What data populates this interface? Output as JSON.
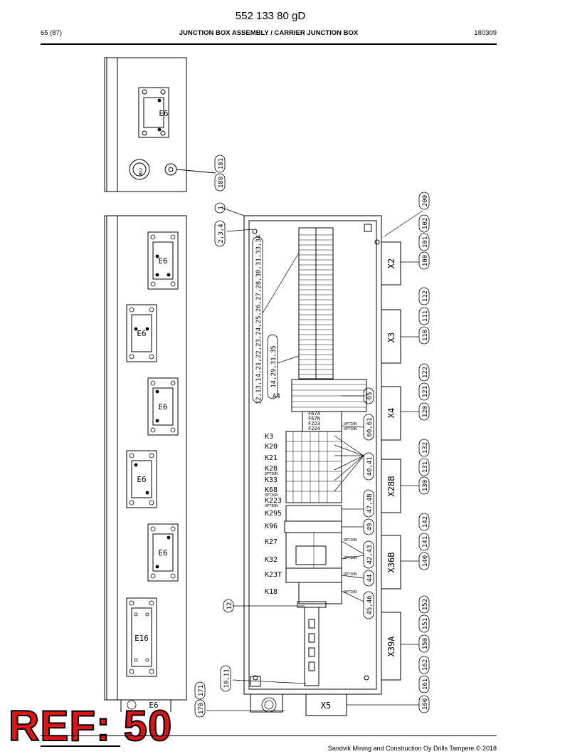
{
  "header": {
    "doc_number": "552 133 80 gD",
    "page": "65 (87)",
    "title": "JUNCTION BOX ASSEMBLY / CARRIER JUNCTION BOX",
    "date": "180309"
  },
  "drawing": {
    "top_panel": {
      "connector": "E6",
      "gland": "M32"
    },
    "cover_connectors": [
      "E6",
      "E6",
      "E6",
      "E6",
      "E6",
      "E16"
    ],
    "cover_bottom_label": "E6",
    "terminal_block": "A4",
    "fuse_labels": [
      "F67A",
      "F67N",
      "F223",
      "F224"
    ],
    "option_label": "OPTION",
    "relays": [
      "K3",
      "K20",
      "K21",
      "K28",
      "K33",
      "K68",
      "K223",
      "K295",
      "K96",
      "K27",
      "K32",
      "K23T",
      "K18"
    ],
    "side_connectors": [
      "X2",
      "X3",
      "X4",
      "X28B",
      "X36B",
      "X39A"
    ],
    "bottom_connector": "X5",
    "callouts": {
      "c180": "180",
      "c181": "181",
      "c1": "1",
      "c234": "2,3,4",
      "c12long": "12,13,14,21,22,23,24,25,26,27,28,30,31,33,34",
      "c1429": "14,29,31,35",
      "c12": "12",
      "c1011": "10,11",
      "c170": "170",
      "c171": "171",
      "c65": "65",
      "c6061": "60,61",
      "c4041": "40,41",
      "c4748": "47,48",
      "c49": "49",
      "c4243": "42,43",
      "c44": "44",
      "c4546": "45,46",
      "c200": "200",
      "c102": "102",
      "c101": "101",
      "c100": "100",
      "c112": "112",
      "c111": "111",
      "c110": "110",
      "c122": "122",
      "c121": "121",
      "c120": "120",
      "c132": "132",
      "c131": "131",
      "c130": "130",
      "c142": "142",
      "c141": "141",
      "c140": "140",
      "c152": "152",
      "c151": "151",
      "c150": "150",
      "c162": "162",
      "c161": "161",
      "c160": "160"
    }
  },
  "stamp": "REF: 50",
  "footer": {
    "copyright": "Sandvik Mining and Construction Oy Drills Tampere © 2018"
  }
}
